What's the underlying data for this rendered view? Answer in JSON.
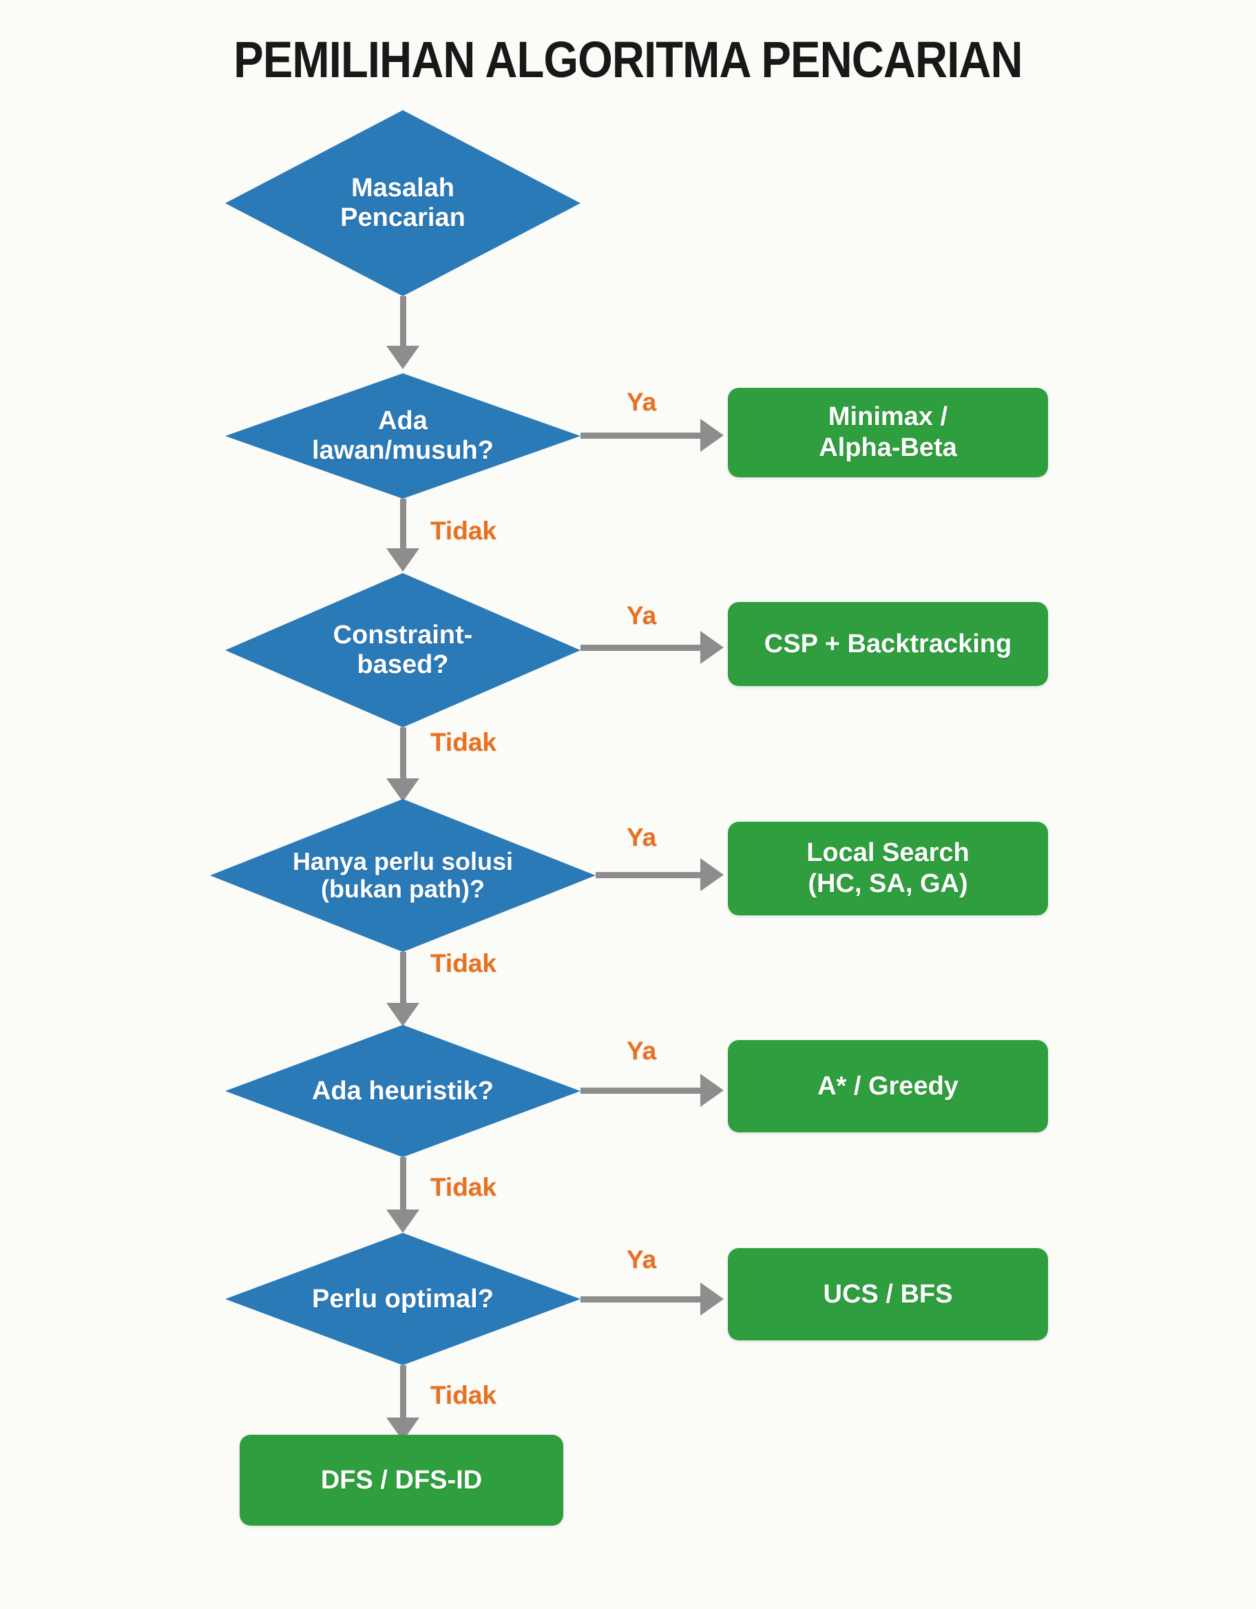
{
  "title": "PEMILIHAN ALGORITMA PENCARIAN",
  "colors": {
    "background": "#fbfbf8",
    "decision": "#2b7ab8",
    "result": "#2e9e3e",
    "edge_label": "#e8711f",
    "connector": "#8d8d8d",
    "title_text": "#181818",
    "node_text": "#ffffff"
  },
  "labels": {
    "yes": "Ya",
    "no": "Tidak"
  },
  "start": {
    "id": "start",
    "shape": "diamond",
    "text": "Masalah\nPencarian"
  },
  "decisions": [
    {
      "id": "decision-opponent",
      "shape": "diamond",
      "text": "Ada\nlawan/musuh?",
      "yes_label": "Ya",
      "no_label": "Tidak",
      "yes_result": {
        "id": "result-minimax",
        "shape": "rounded-rect",
        "text": "Minimax /\nAlpha-Beta"
      }
    },
    {
      "id": "decision-constraint",
      "shape": "diamond",
      "text": "Constraint-\nbased?",
      "yes_label": "Ya",
      "no_label": "Tidak",
      "yes_result": {
        "id": "result-csp",
        "shape": "rounded-rect",
        "text": "CSP + Backtracking"
      }
    },
    {
      "id": "decision-solution-only",
      "shape": "diamond",
      "text": "Hanya perlu solusi\n(bukan path)?",
      "yes_label": "Ya",
      "no_label": "Tidak",
      "yes_result": {
        "id": "result-local-search",
        "shape": "rounded-rect",
        "text": "Local Search\n(HC, SA, GA)"
      }
    },
    {
      "id": "decision-heuristic",
      "shape": "diamond",
      "text": "Ada heuristik?",
      "yes_label": "Ya",
      "no_label": "Tidak",
      "yes_result": {
        "id": "result-astar",
        "shape": "rounded-rect",
        "text": "A* / Greedy"
      }
    },
    {
      "id": "decision-optimal",
      "shape": "diamond",
      "text": "Perlu optimal?",
      "yes_label": "Ya",
      "no_label": "Tidak",
      "yes_result": {
        "id": "result-ucs-bfs",
        "shape": "rounded-rect",
        "text": "UCS / BFS"
      }
    }
  ],
  "final": {
    "id": "result-dfs",
    "shape": "rounded-rect",
    "text": "DFS / DFS-ID"
  }
}
